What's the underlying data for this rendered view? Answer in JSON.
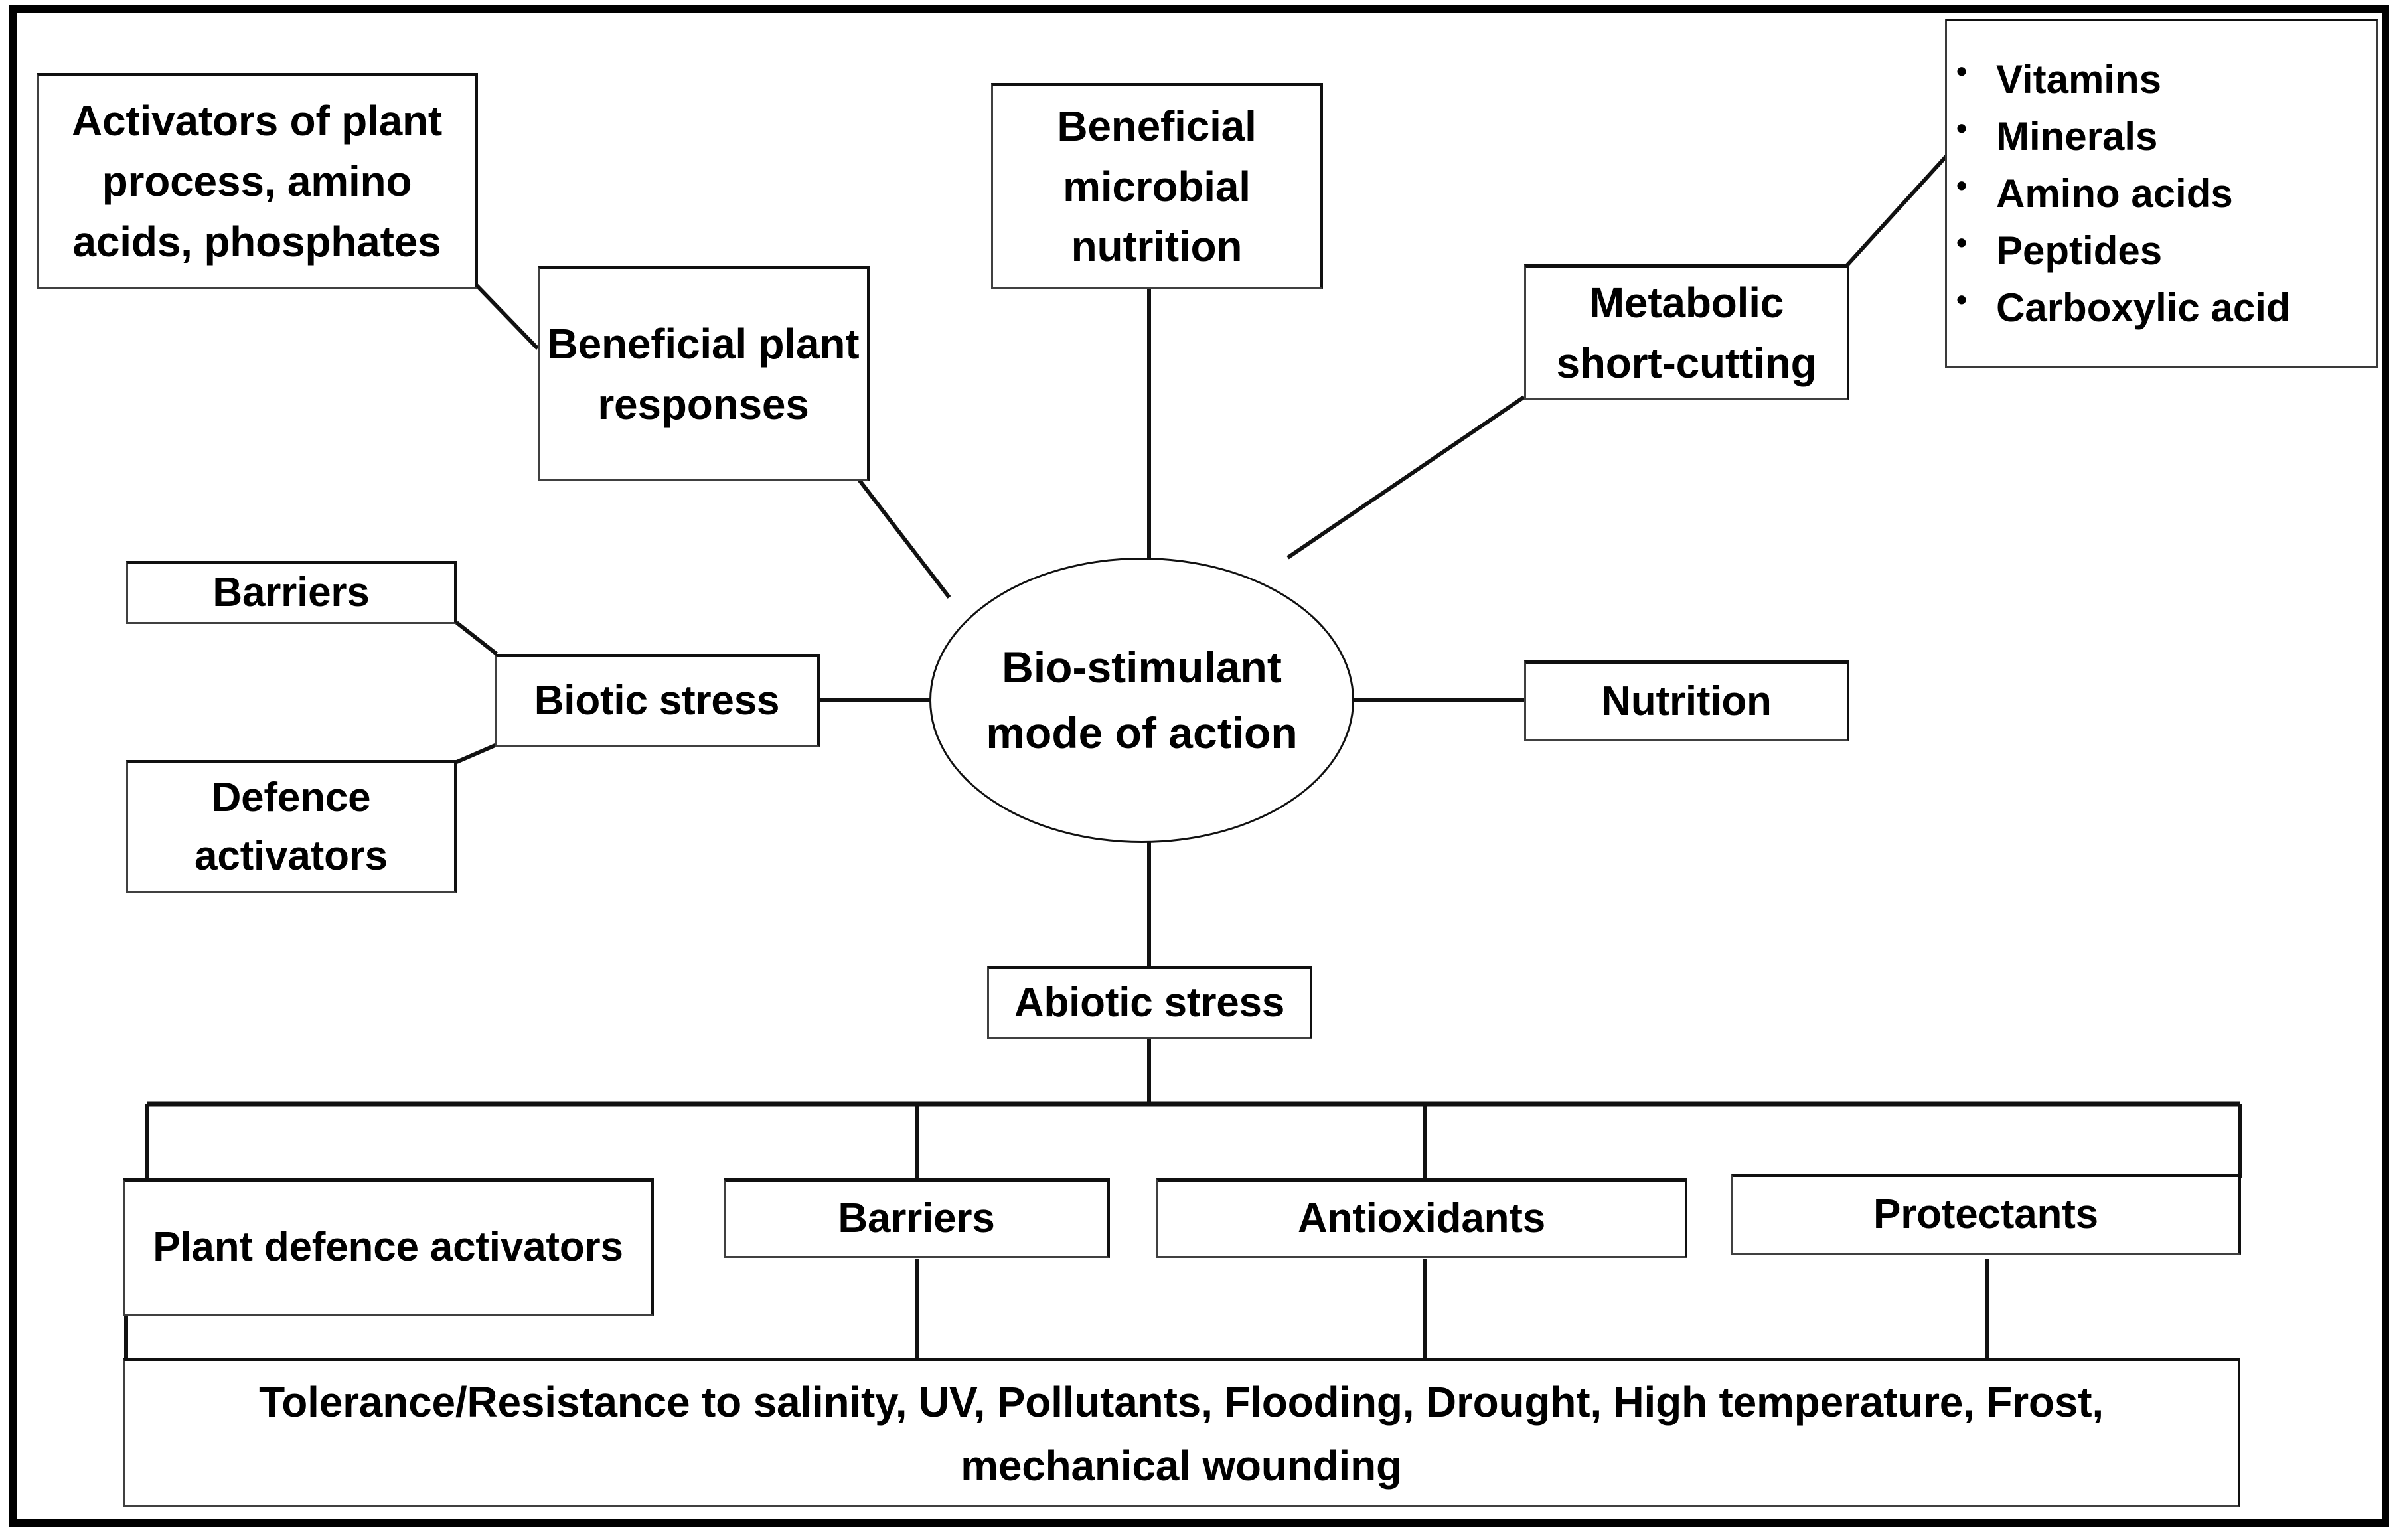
{
  "diagram": {
    "title": "Bio-stimulant mode of action",
    "center": {
      "label_line1": "Bio-stimulant",
      "label_line2": "mode of action"
    },
    "nodes": {
      "activators": "Activators of plant process, amino acids, phosphates",
      "beneficial_plant_responses": "Beneficial plant responses",
      "beneficial_microbial_nutrition": "Beneficial microbial nutrition",
      "metabolic_short_cutting": "Metabolic short-cutting",
      "nutrition": "Nutrition",
      "biotic_stress": "Biotic stress",
      "barriers_biotic": "Barriers",
      "defence_activators": "Defence activators",
      "abiotic_stress": "Abiotic stress",
      "plant_defence_activators": "Plant defence activators",
      "barriers_abiotic": "Barriers",
      "antioxidants": "Antioxidants",
      "protectants": "Protectants",
      "tolerance": "Tolerance/Resistance to salinity, UV, Pollutants, Flooding, Drought, High temperature, Frost, mechanical wounding"
    },
    "metabolite_list": [
      "Vitamins",
      "Minerals",
      "Amino acids",
      "Peptides",
      "Carboxylic acid"
    ],
    "colors": {
      "frame": "#000000",
      "box_border": "#404040",
      "text": "#000000",
      "background": "#ffffff",
      "connector": "#111111"
    }
  }
}
